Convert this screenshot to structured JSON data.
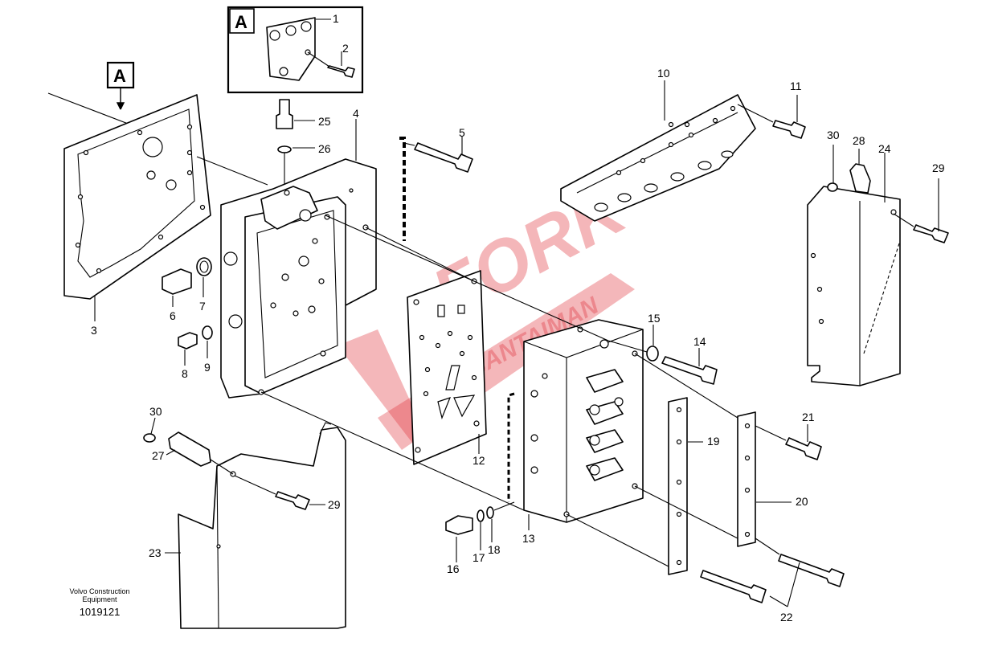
{
  "callouts": [
    "1",
    "2",
    "3",
    "4",
    "5",
    "6",
    "7",
    "8",
    "9",
    "10",
    "11",
    "12",
    "13",
    "14",
    "15",
    "16",
    "17",
    "18",
    "19",
    "20",
    "21",
    "22",
    "23",
    "24",
    "25",
    "26",
    "27",
    "28",
    "29",
    "30"
  ],
  "view_marker": "A",
  "detail_box_label": "A",
  "watermark": {
    "line1": "FORK",
    "line2": "SANTAIMAN",
    "color": "#e0303a"
  },
  "footer": {
    "company_line1": "Volvo Construction",
    "company_line2": "Equipment",
    "drawing_number": "1019121"
  }
}
